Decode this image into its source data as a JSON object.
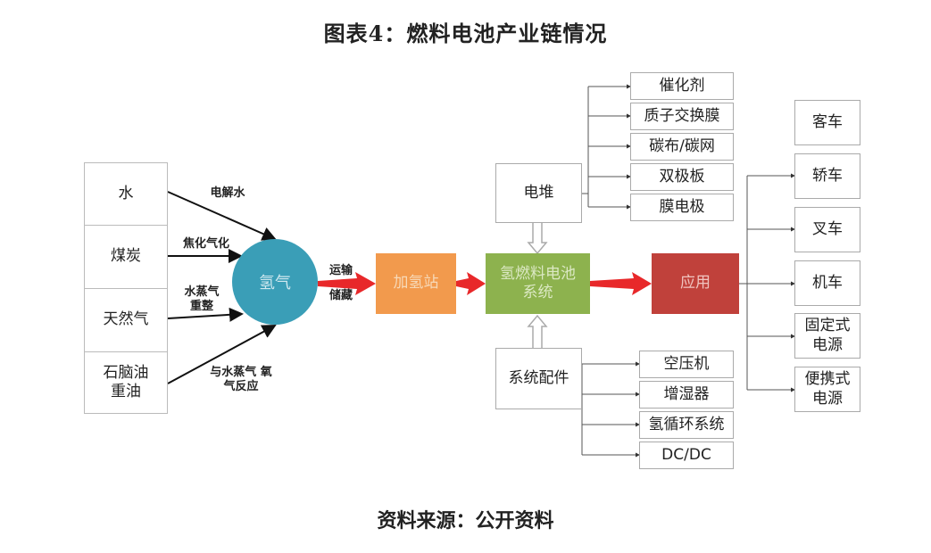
{
  "title": "图表4：燃料电池产业链情况",
  "source": "资料来源：公开资料",
  "colors": {
    "hydrogen_circle": "#3a9eb7",
    "station_box": "#f29a4d",
    "fuel_cell_box": "#8db24e",
    "application_box": "#c0413b",
    "red_arrow": "#e8282a"
  },
  "sources": [
    {
      "label": "水",
      "process": "电解水"
    },
    {
      "label": "煤炭",
      "process": "焦化气化"
    },
    {
      "label": "天然气",
      "process": "水蒸气\n重整"
    },
    {
      "label": "石脑油\n重油",
      "process": "与水蒸气 氧\n气反应"
    }
  ],
  "hydrogen": "氢气",
  "transport_label": {
    "top": "运输",
    "bottom": "储藏"
  },
  "station": "加氢站",
  "fuel_cell_system": "氢燃料电池\n系统",
  "stack": {
    "label": "电堆",
    "components": [
      "催化剂",
      "质子交换膜",
      "碳布/碳网",
      "双极板",
      "膜电极"
    ]
  },
  "accessories": {
    "label": "系统配件",
    "components": [
      "空压机",
      "增湿器",
      "氢循环系统",
      "DC/DC"
    ]
  },
  "application": {
    "label": "应用",
    "items": [
      "客车",
      "轿车",
      "叉车",
      "机车",
      "固定式\n电源",
      "便携式\n电源"
    ]
  }
}
